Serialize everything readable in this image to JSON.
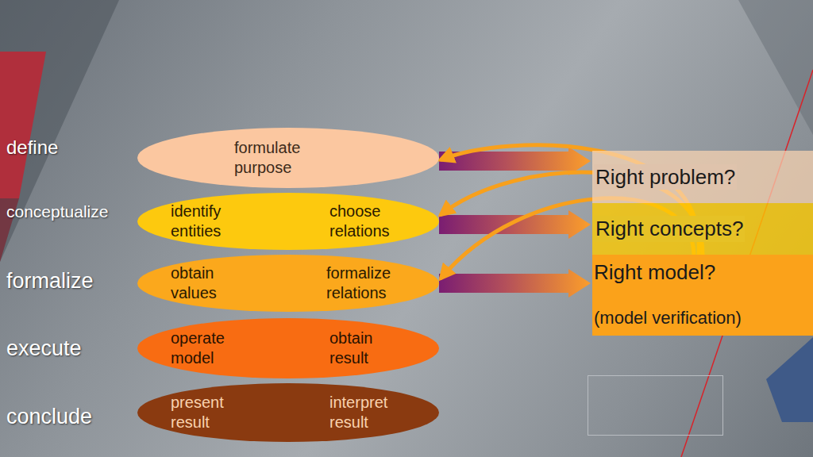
{
  "diagram": {
    "nodes": [
      {
        "text": [
          "formulate purpose"
        ]
      },
      {
        "text": [
          "identify entities",
          "choose relations"
        ]
      },
      {
        "text": [
          "obtain values",
          "formalize relations"
        ]
      },
      {
        "text": [
          "operate model",
          "obtain result"
        ]
      },
      {
        "text": [
          "present result",
          "interpret result"
        ]
      },
      {
        "text": [
          "Right problem?"
        ]
      },
      {
        "text": [
          "Right concepts?"
        ]
      },
      {
        "text": [
          "Right model?",
          "(model verification)"
        ]
      }
    ],
    "edges": [
      {
        "from": 0,
        "to": 5,
        "arrow": "to"
      },
      {
        "from": 1,
        "to": 6,
        "arrow": "to"
      },
      {
        "from": 2,
        "to": 7,
        "arrow": "to"
      },
      {
        "from": 7,
        "to": 0,
        "arrow": "to"
      },
      {
        "from": 7,
        "to": 1,
        "arrow": "to"
      },
      {
        "from": 7,
        "to": 2,
        "arrow": "to"
      }
    ],
    "labels": [
      "define",
      "conceptualize",
      "formalize",
      "execute",
      "conclude"
    ]
  }
}
